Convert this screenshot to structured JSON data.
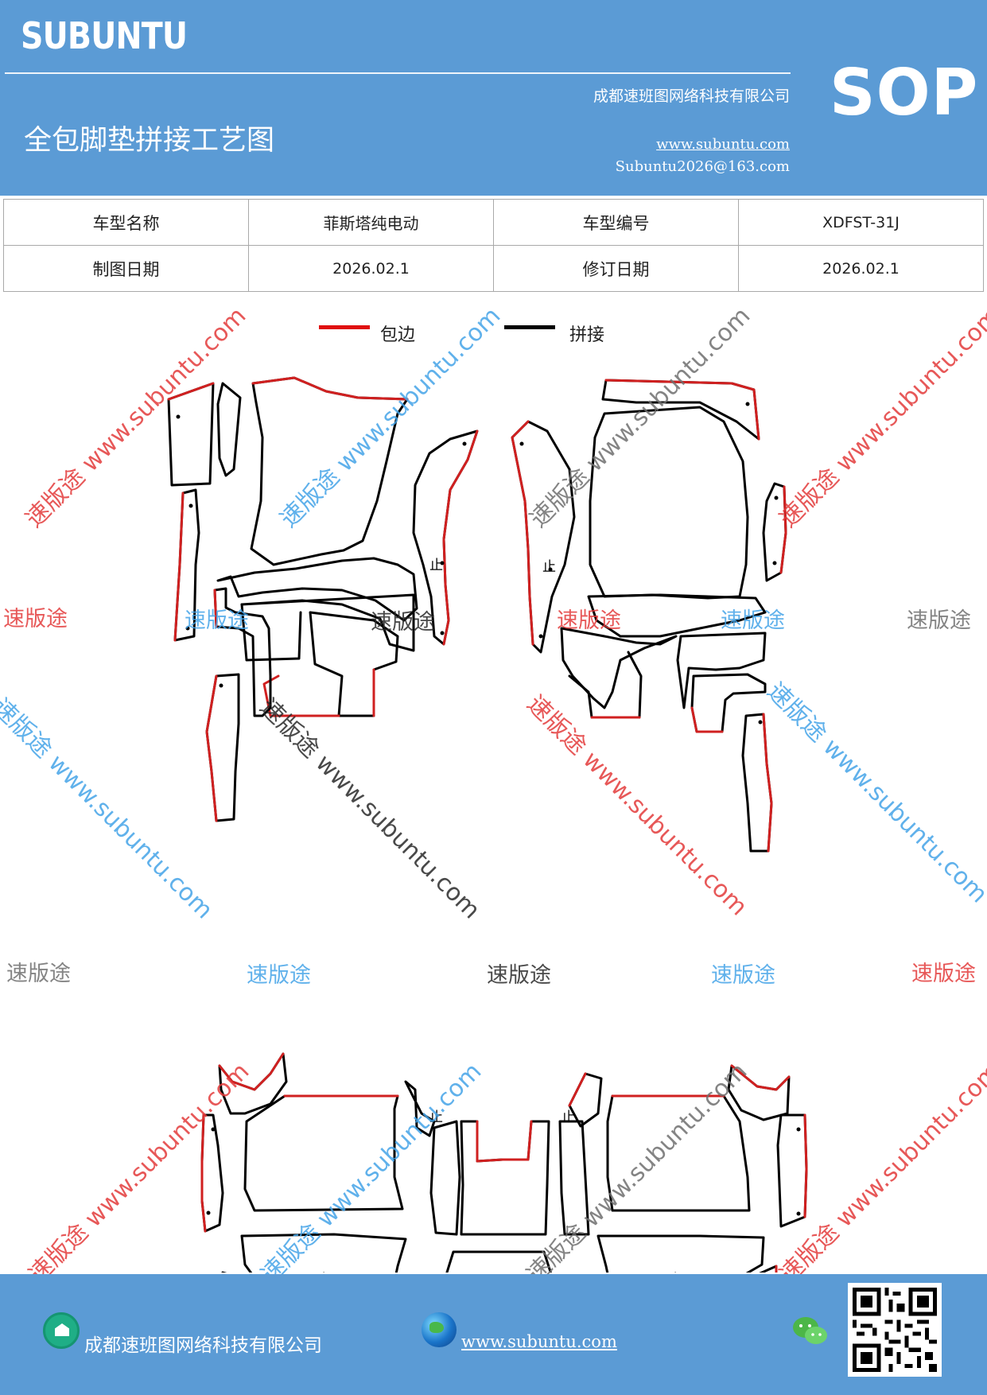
{
  "header": {
    "brand": "SUBUNTU",
    "company": "成都速班图网络科技有限公司",
    "title": "全包脚垫拼接工艺图",
    "website": "www.subuntu.com",
    "email": "Subuntu2026@163.com",
    "badge": "SOP"
  },
  "info_table": {
    "row1": {
      "label1": "车型名称",
      "value1": "菲斯塔纯电动",
      "label2": "车型编号",
      "value2": "XDFST-31J"
    },
    "row2": {
      "label1": "制图日期",
      "value1": "2026.02.1",
      "label2": "修订日期",
      "value2": "2026.02.1"
    }
  },
  "legend": {
    "edge_label": "包边",
    "edge_color": "#e01010",
    "seam_label": "拼接",
    "seam_color": "#000000"
  },
  "diagram": {
    "stop_mark": "止"
  },
  "watermarks": {
    "brand_text": "速版途",
    "diagonal_text": "速版途 www.subuntu.com"
  },
  "footer": {
    "company": "成都速班图网络科技有限公司",
    "website": "www.subuntu.com",
    "home_icon": "home-icon",
    "globe_icon": "globe-icon",
    "wechat_icon": "wechat-icon",
    "qr_icon": "qr-code"
  }
}
